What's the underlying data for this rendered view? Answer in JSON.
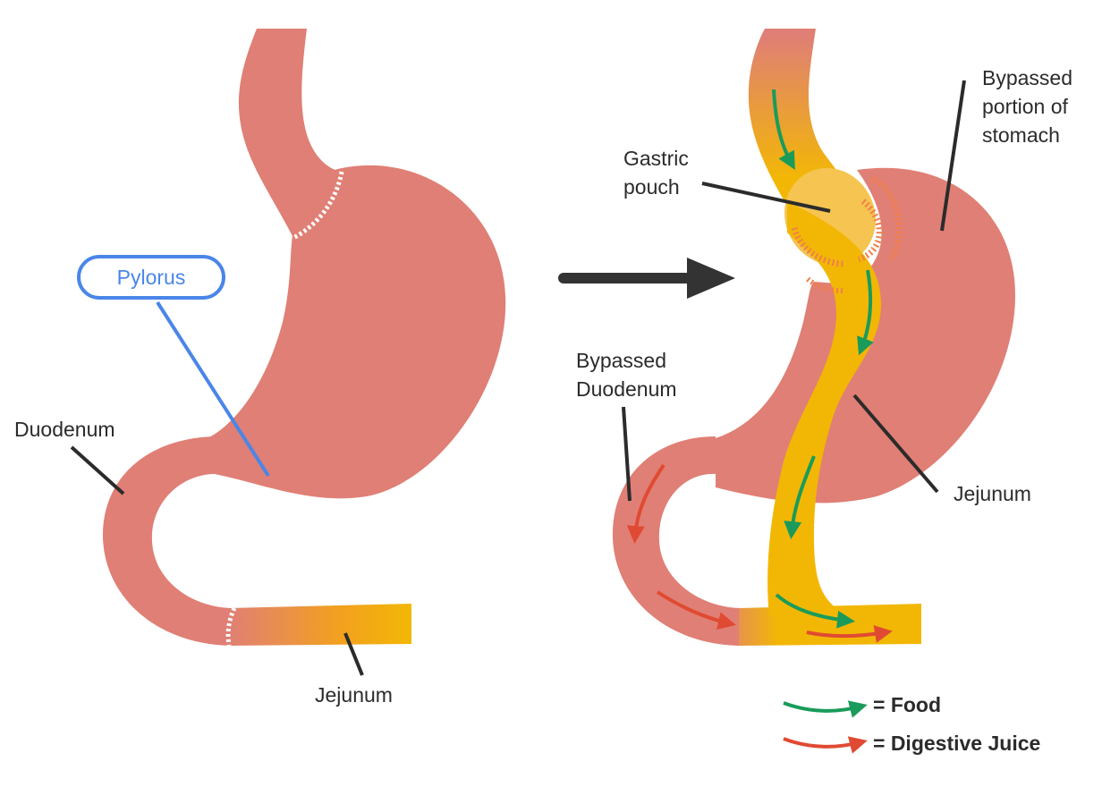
{
  "colors": {
    "stomach": "#e07f75",
    "jejunum": "#f2b705",
    "pylorus_accent": "#4a86e8",
    "food_arrow": "#1a9b5a",
    "juice_arrow": "#e04a32",
    "staple": "#f07f4a",
    "leader_line": "#2b2b2b"
  },
  "left_diagram": {
    "pylorus_label": "Pylorus",
    "duodenum_label": "Duodenum",
    "jejunum_label": "Jejunum"
  },
  "transition_arrow_icon": "right-arrow",
  "right_diagram": {
    "gastric_pouch_label": "Gastric\npouch",
    "bypassed_stomach_label": "Bypassed\nportion of\nstomach",
    "bypassed_duodenum_label": "Bypassed\nDuodenum",
    "jejunum_label": "Jejunum"
  },
  "legend": {
    "food": "= Food",
    "juice": "= Digestive Juice"
  }
}
